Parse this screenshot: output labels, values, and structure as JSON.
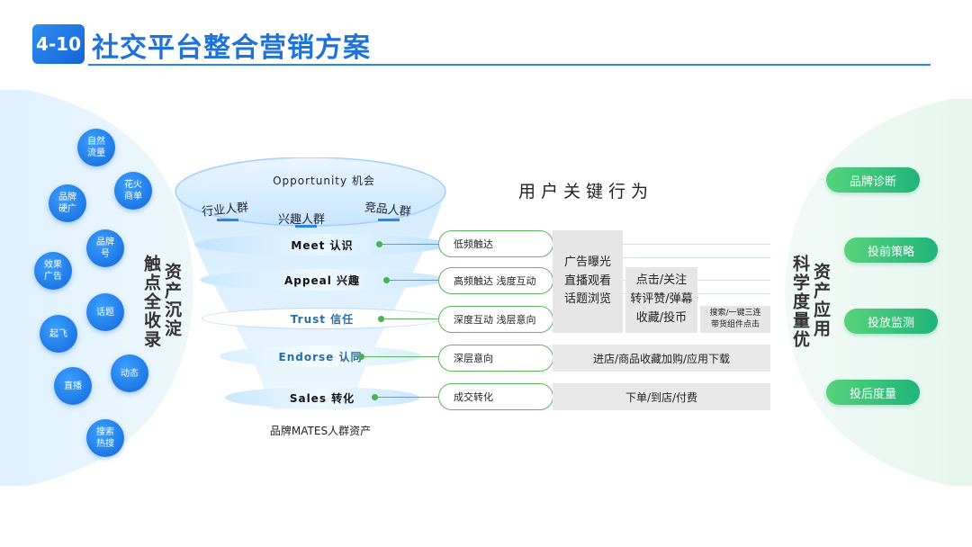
{
  "header": {
    "badge": "4-10",
    "title": "社交平台整合营销方案"
  },
  "left_panel": {
    "label_outer": "资产沉淀",
    "label_inner": "触点全收录",
    "bubbles": [
      "自然流量",
      "花火商单",
      "品牌硬广",
      "品牌号",
      "效果广告",
      "话题",
      "起飞",
      "动态",
      "直播",
      "搜索热搜"
    ]
  },
  "funnel": {
    "top_label": "Opportunity 机会",
    "groups": [
      "行业人群",
      "兴趣人群",
      "竞品人群"
    ],
    "stages": [
      "Meet 认识",
      "Appeal 兴趣",
      "Trust 信任",
      "Endorse 认同",
      "Sales 转化"
    ],
    "caption": "品牌MATES人群资产"
  },
  "behavior": {
    "title": "用户关键行为",
    "capsules": [
      "低频触达",
      "高频触达 浅度互动",
      "深度互动 浅层意向",
      "深层意向",
      "成交转化"
    ],
    "box1": [
      "广告曝光",
      "直播观看",
      "话题浏览"
    ],
    "box2": [
      "点击/关注",
      "转评赞/弹幕",
      "收藏/投币"
    ],
    "box3": [
      "搜索/一键三连",
      "带货组件点击"
    ],
    "bar_endorse": "进店/商品收藏加购/应用下载",
    "bar_sales": "下单/到店/付费"
  },
  "right_panel": {
    "label_outer": "资产应用",
    "label_inner": "科学度量优",
    "pills": [
      "品牌诊断",
      "投前策略",
      "投放监测",
      "投后度量"
    ]
  }
}
